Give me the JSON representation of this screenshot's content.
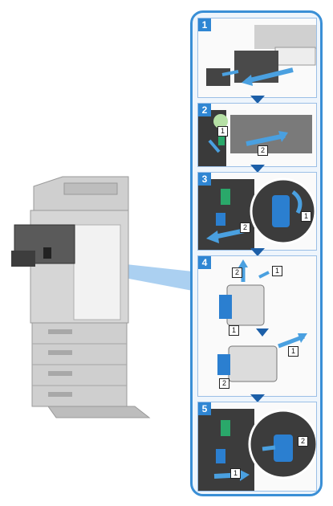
{
  "steps": [
    {
      "number": "1"
    },
    {
      "number": "2",
      "labels": [
        "1",
        "2"
      ]
    },
    {
      "number": "3",
      "labels": [
        "1",
        "2"
      ]
    },
    {
      "number": "4",
      "labels": [
        "2",
        "1",
        "1",
        "1",
        "2"
      ]
    },
    {
      "number": "5",
      "labels": [
        "2",
        "1"
      ]
    }
  ],
  "colors": {
    "accent": "#3a8fd6",
    "badge": "#2f86d3",
    "arrow": "#4aa0e0",
    "machine": "#c9c9c9",
    "machine_dark": "#8a8a8a",
    "toner_green": "#2aa86a",
    "toner_blue": "#2b7fd0"
  }
}
